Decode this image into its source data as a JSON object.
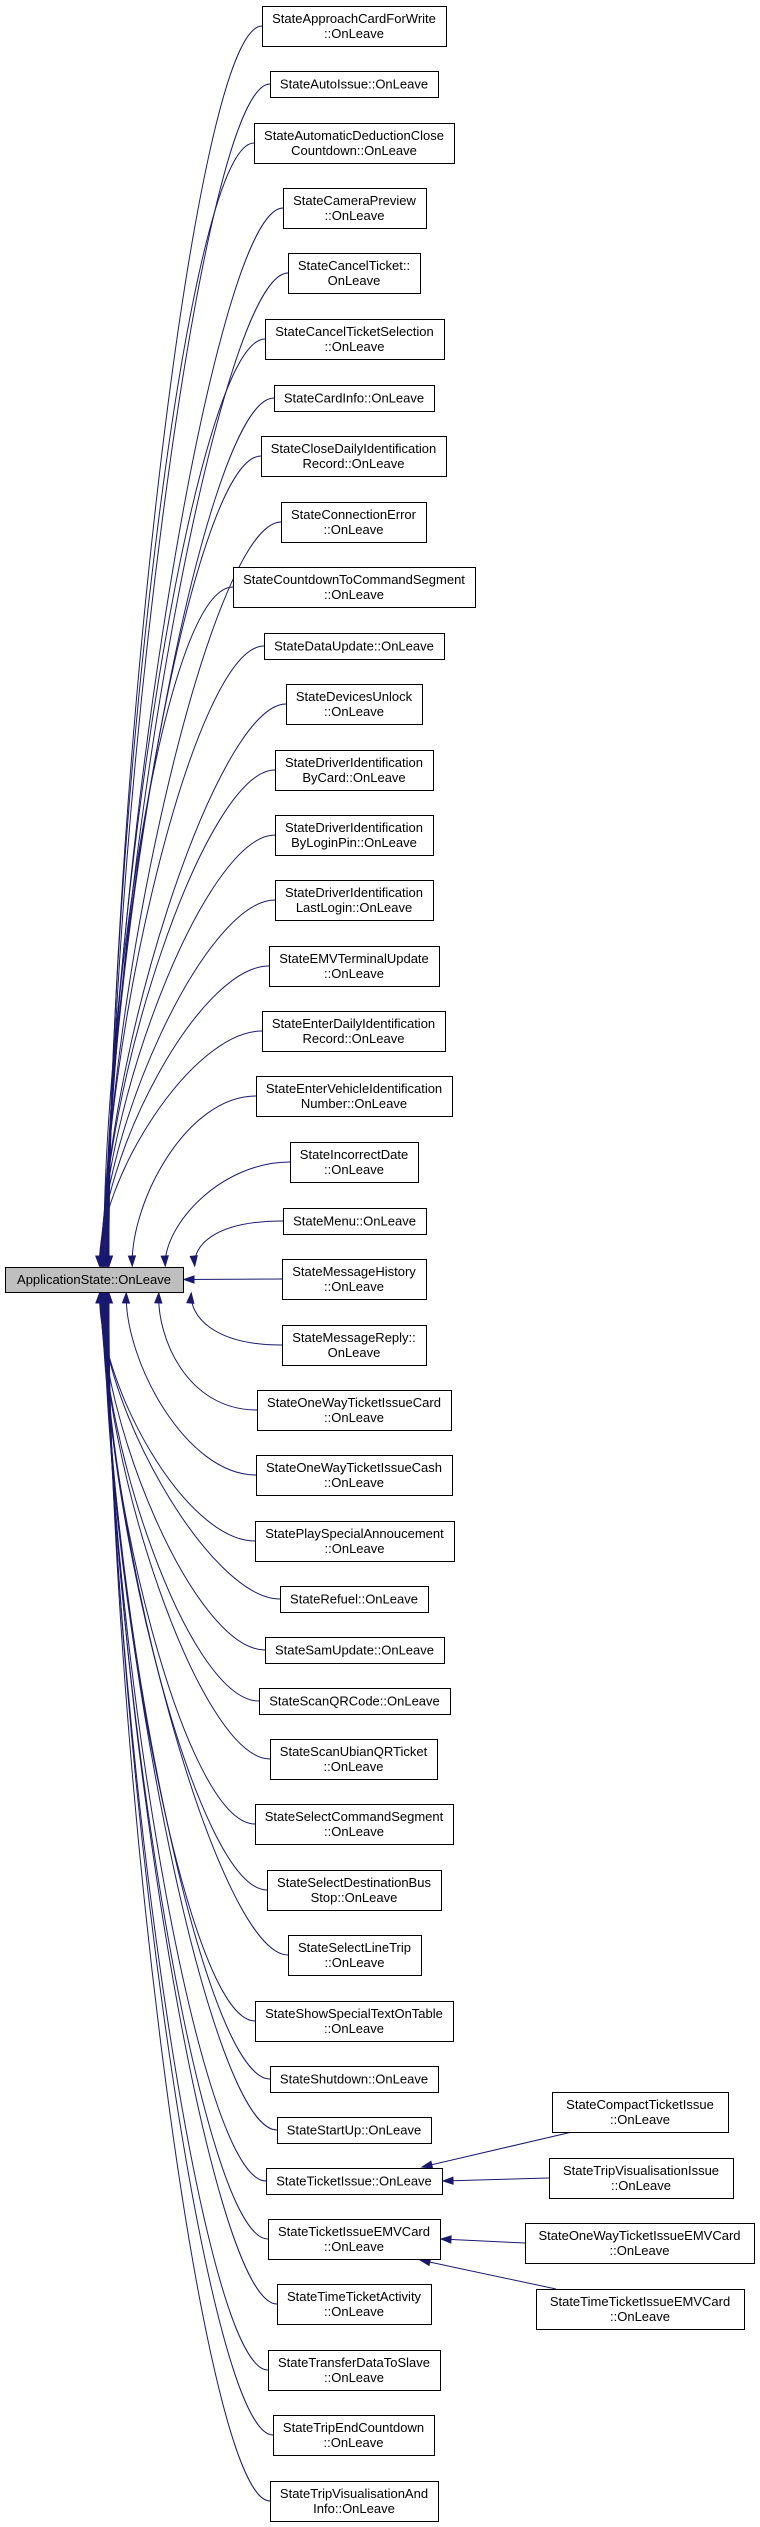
{
  "graph": {
    "type": "doxygen-caller-graph",
    "edge_color": "#191970",
    "root_fill": "#bfbfbf",
    "root": {
      "id": "root",
      "lines": [
        "ApplicationState::OnLeave"
      ]
    },
    "callers": [
      {
        "id": "n1",
        "lines": [
          "StateApproachCardForWrite",
          "::OnLeave"
        ]
      },
      {
        "id": "n2",
        "lines": [
          "StateAutoIssue::OnLeave"
        ]
      },
      {
        "id": "n3",
        "lines": [
          "StateAutomaticDeductionClose",
          "Countdown::OnLeave"
        ]
      },
      {
        "id": "n4",
        "lines": [
          "StateCameraPreview",
          "::OnLeave"
        ]
      },
      {
        "id": "n5",
        "lines": [
          "StateCancelTicket::",
          "OnLeave"
        ]
      },
      {
        "id": "n6",
        "lines": [
          "StateCancelTicketSelection",
          "::OnLeave"
        ]
      },
      {
        "id": "n7",
        "lines": [
          "StateCardInfo::OnLeave"
        ]
      },
      {
        "id": "n8",
        "lines": [
          "StateCloseDailyIdentification",
          "Record::OnLeave"
        ]
      },
      {
        "id": "n9",
        "lines": [
          "StateConnectionError",
          "::OnLeave"
        ]
      },
      {
        "id": "n10",
        "lines": [
          "StateCountdownToCommandSegment",
          "::OnLeave"
        ]
      },
      {
        "id": "n11",
        "lines": [
          "StateDataUpdate::OnLeave"
        ]
      },
      {
        "id": "n12",
        "lines": [
          "StateDevicesUnlock",
          "::OnLeave"
        ]
      },
      {
        "id": "n13",
        "lines": [
          "StateDriverIdentification",
          "ByCard::OnLeave"
        ]
      },
      {
        "id": "n14",
        "lines": [
          "StateDriverIdentification",
          "ByLoginPin::OnLeave"
        ]
      },
      {
        "id": "n15",
        "lines": [
          "StateDriverIdentification",
          "LastLogin::OnLeave"
        ]
      },
      {
        "id": "n16",
        "lines": [
          "StateEMVTerminalUpdate",
          "::OnLeave"
        ]
      },
      {
        "id": "n17",
        "lines": [
          "StateEnterDailyIdentification",
          "Record::OnLeave"
        ]
      },
      {
        "id": "n18",
        "lines": [
          "StateEnterVehicleIdentification",
          "Number::OnLeave"
        ]
      },
      {
        "id": "n19",
        "lines": [
          "StateIncorrectDate",
          "::OnLeave"
        ]
      },
      {
        "id": "n20",
        "lines": [
          "StateMenu::OnLeave"
        ]
      },
      {
        "id": "n21",
        "lines": [
          "StateMessageHistory",
          "::OnLeave"
        ]
      },
      {
        "id": "n22",
        "lines": [
          "StateMessageReply::",
          "OnLeave"
        ]
      },
      {
        "id": "n23",
        "lines": [
          "StateOneWayTicketIssueCard",
          "::OnLeave"
        ]
      },
      {
        "id": "n24",
        "lines": [
          "StateOneWayTicketIssueCash",
          "::OnLeave"
        ]
      },
      {
        "id": "n25",
        "lines": [
          "StatePlaySpecialAnnoucement",
          "::OnLeave"
        ]
      },
      {
        "id": "n26",
        "lines": [
          "StateRefuel::OnLeave"
        ]
      },
      {
        "id": "n27",
        "lines": [
          "StateSamUpdate::OnLeave"
        ]
      },
      {
        "id": "n28",
        "lines": [
          "StateScanQRCode::OnLeave"
        ]
      },
      {
        "id": "n29",
        "lines": [
          "StateScanUbianQRTicket",
          "::OnLeave"
        ]
      },
      {
        "id": "n30",
        "lines": [
          "StateSelectCommandSegment",
          "::OnLeave"
        ]
      },
      {
        "id": "n31",
        "lines": [
          "StateSelectDestinationBus",
          "Stop::OnLeave"
        ]
      },
      {
        "id": "n32",
        "lines": [
          "StateSelectLineTrip",
          "::OnLeave"
        ]
      },
      {
        "id": "n33",
        "lines": [
          "StateShowSpecialTextOnTable",
          "::OnLeave"
        ]
      },
      {
        "id": "n34",
        "lines": [
          "StateShutdown::OnLeave"
        ]
      },
      {
        "id": "n35",
        "lines": [
          "StateStartUp::OnLeave"
        ]
      },
      {
        "id": "n36",
        "lines": [
          "StateTicketIssue::OnLeave"
        ]
      },
      {
        "id": "n37",
        "lines": [
          "StateTicketIssueEMVCard",
          "::OnLeave"
        ]
      },
      {
        "id": "n38",
        "lines": [
          "StateTimeTicketActivity",
          "::OnLeave"
        ]
      },
      {
        "id": "n39",
        "lines": [
          "StateTransferDataToSlave",
          "::OnLeave"
        ]
      },
      {
        "id": "n40",
        "lines": [
          "StateTripEndCountdown",
          "::OnLeave"
        ]
      },
      {
        "id": "n41",
        "lines": [
          "StateTripVisualisationAnd",
          "Info::OnLeave"
        ]
      }
    ],
    "second_level": [
      {
        "id": "m1",
        "lines": [
          "StateCompactTicketIssue",
          "::OnLeave"
        ],
        "calls": "n36"
      },
      {
        "id": "m2",
        "lines": [
          "StateTripVisualisationIssue",
          "::OnLeave"
        ],
        "calls": "n36"
      },
      {
        "id": "m3",
        "lines": [
          "StateOneWayTicketIssueEMVCard",
          "::OnLeave"
        ],
        "calls": "n37"
      },
      {
        "id": "m4",
        "lines": [
          "StateTimeTicketIssueEMVCard",
          "::OnLeave"
        ],
        "calls": "n37"
      }
    ]
  }
}
